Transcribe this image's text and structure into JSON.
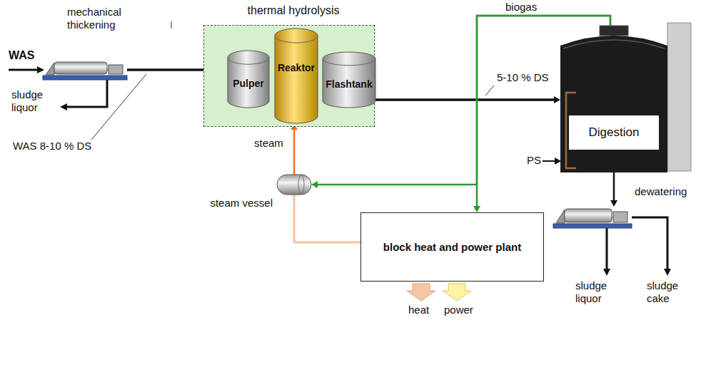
{
  "diagram": {
    "nodes": [
      {
        "text": [
          "mechanical thickening"
        ]
      },
      {
        "text": [
          "thermal hydrolysis"
        ]
      },
      {
        "text": [
          "Pulper"
        ],
        "in": 1
      },
      {
        "text": [
          "Reaktor"
        ],
        "in": 1
      },
      {
        "text": [
          "Flashtank"
        ],
        "in": 1
      },
      {
        "text": [
          "Digestion"
        ]
      },
      {
        "text": [
          "steam vessel"
        ]
      },
      {
        "text": [
          "block heat and power plant"
        ]
      },
      {
        "text": [
          "dewatering"
        ]
      }
    ],
    "edges": [
      {
        "from": 0,
        "to": 2,
        "arrow": "to"
      },
      {
        "from": 2,
        "to": 3,
        "arrow": "to"
      },
      {
        "from": 3,
        "to": 2,
        "arrow": "to"
      },
      {
        "from": 3,
        "to": 4,
        "arrow": "to"
      },
      {
        "from": 4,
        "to": 5,
        "label": "5-10 % DS",
        "arrow": "to"
      },
      {
        "from": 5,
        "to": 7,
        "label": "biogas",
        "arrow": "to"
      },
      {
        "from": 5,
        "to": 6,
        "arrow": "to"
      },
      {
        "from": 7,
        "to": 6,
        "arrow": "none"
      },
      {
        "from": 6,
        "to": 3,
        "arrow": "to"
      },
      {
        "from": 5,
        "to": 8,
        "arrow": "to"
      }
    ],
    "labels": [
      "WAS",
      "sludge liquor",
      "WAS 8-10 % DS",
      "steam",
      "PS",
      "heat",
      "power",
      "sludge liquor",
      "sludge cake"
    ]
  }
}
